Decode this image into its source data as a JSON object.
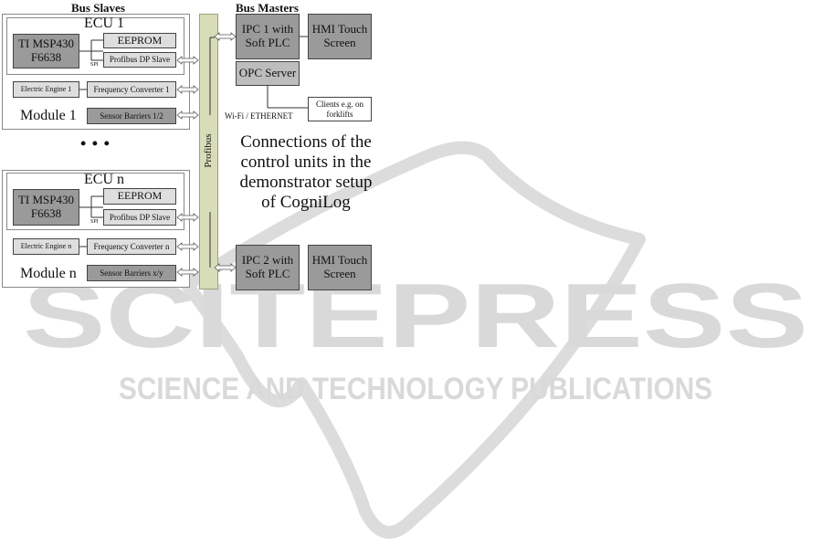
{
  "headers": {
    "bus_slaves": "Bus Slaves",
    "bus_masters": "Bus Masters"
  },
  "ecu1": {
    "title": "ECU 1",
    "mcu_line1": "TI MSP430",
    "mcu_line2": "F6638",
    "eeprom": "EEPROM",
    "spi": "SPI",
    "profibus_slave": "Profibus DP Slave",
    "engine": "Electric Engine 1",
    "converter": "Frequency Converter 1",
    "module": "Module 1",
    "sensor": "Sensor Barriers 1/2"
  },
  "ellipsis": "• • •",
  "ecun": {
    "title": "ECU n",
    "mcu_line1": "TI MSP430",
    "mcu_line2": "F6638",
    "eeprom": "EEPROM",
    "spi": "SPI",
    "profibus_slave": "Profibus DP Slave",
    "engine": "Electric Engine n",
    "converter": "Frequency Converter n",
    "module": "Module n",
    "sensor": "Sensor Barriers x/y"
  },
  "bus": {
    "label": "Profibus"
  },
  "masters": {
    "ipc1_line1": "IPC 1 with",
    "ipc1_line2": "Soft PLC",
    "hmi1_line1": "HMI Touch",
    "hmi1_line2": "Screen",
    "opc": "OPC Server",
    "clients_line1": "Clients e.g. on",
    "clients_line2": "forklifts",
    "network": "Wi-Fi / ETHERNET",
    "ipc2_line1": "IPC 2 with",
    "ipc2_line2": "Soft PLC",
    "hmi2_line1": "HMI Touch",
    "hmi2_line2": "Screen"
  },
  "caption": {
    "line1": "Connections of the",
    "line2": "control units in the",
    "line3": "demonstrator setup",
    "line4": "of CogniLog"
  },
  "watermark": {
    "name": "SCITEPRESS",
    "tagline": "SCIENCE AND TECHNOLOGY PUBLICATIONS",
    "color": "#d9d9d9"
  }
}
